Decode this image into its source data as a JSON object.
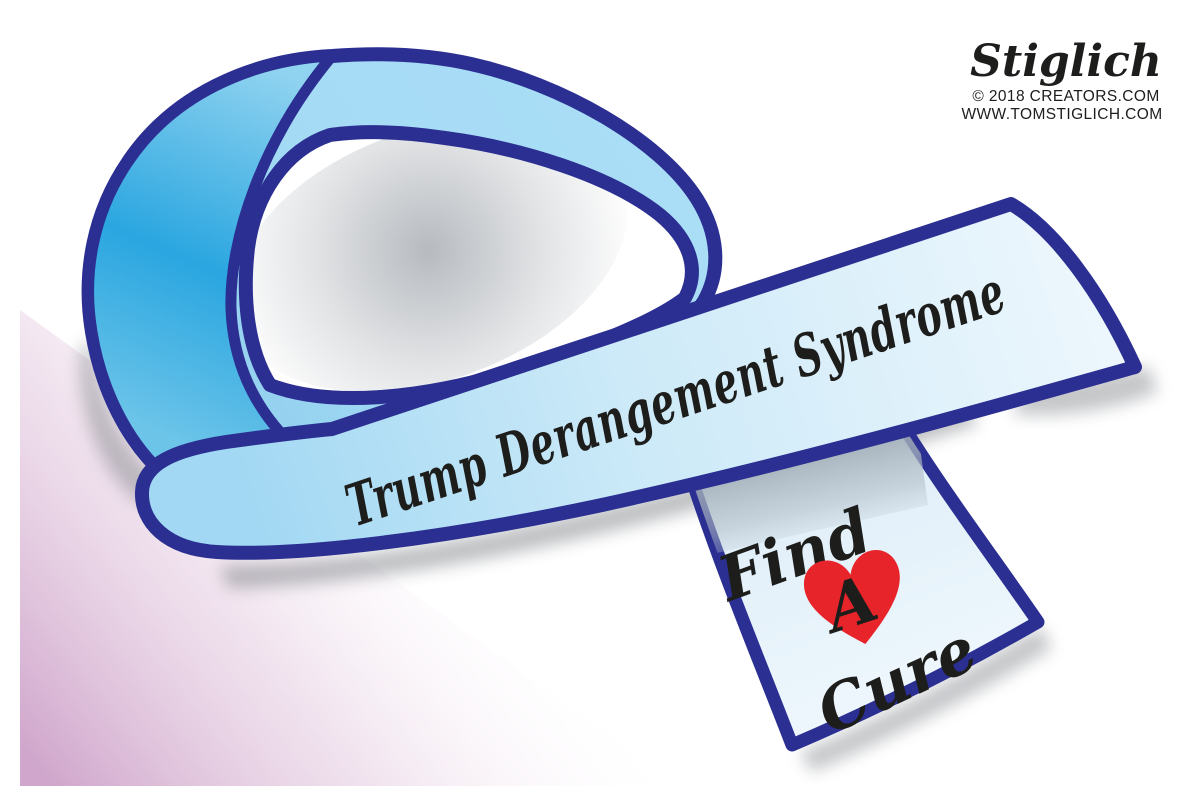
{
  "cartoon": {
    "ribbon_band_text": "Trump Derangement Syndrome",
    "tail_word_1": "Find",
    "tail_word_2": "A",
    "tail_word_3": "Cure",
    "artist_signature": "Stiglich",
    "copyright_line": "© 2018 CREATORS.COM",
    "website_line": "WWW.TOMSTIGLICH.COM"
  },
  "icons": {
    "heart_icon": "solid red heart behind the letter A on ribbon tail"
  },
  "colors": {
    "outline_navy": "#2b2f92",
    "ribbon_light_blue": "#a6d9f2",
    "ribbon_cyan_fold": "#29a9e2",
    "band_highlight": "#eef7fd",
    "tail_pale_blue": "#e6f2fa",
    "tail_shadow_band_gray": "#a9b6c1",
    "heart_red": "#e7242a",
    "ink_black": "#1d1d1b",
    "corner_pink": "#c897c3",
    "shadow_gray": "#6d7278"
  }
}
